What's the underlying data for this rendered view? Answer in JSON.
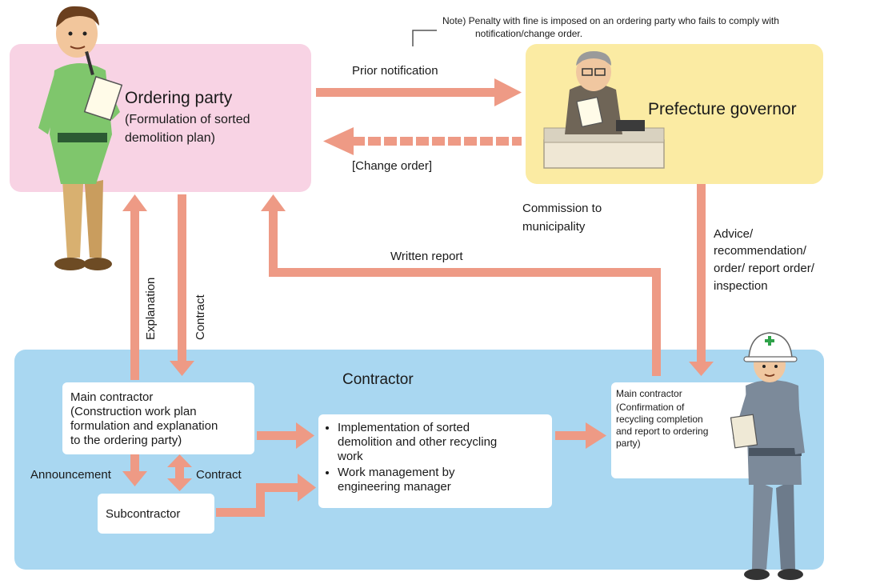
{
  "note": {
    "line1": "Note) Penalty with fine is imposed on an ordering party who fails to comply with",
    "line2": "notification/change order."
  },
  "ordering_party": {
    "title": "Ordering party",
    "sub1": "(Formulation of sorted",
    "sub2": "demolition plan)"
  },
  "governor": {
    "title": "Prefecture governor"
  },
  "contractor": {
    "title": "Contractor"
  },
  "flows": {
    "prior_notification": "Prior notification",
    "change_order": "[Change order]",
    "commission1": "Commission to",
    "commission2": "municipality",
    "advice1": "Advice/",
    "advice2": "recommendation/",
    "advice3": "order/ report order/",
    "advice4": "inspection",
    "written_report": "Written report",
    "explanation": "Explanation",
    "contract_v": "Contract",
    "announcement": "Announcement",
    "contract_h": "Contract"
  },
  "main_contractor_left": {
    "l1": "Main contractor",
    "l2": "(Construction work plan",
    "l3": "formulation and explanation",
    "l4": "to the ordering party)"
  },
  "subcontractor": "Subcontractor",
  "implementation": {
    "b1a": "Implementation of sorted",
    "b1b": "demolition and other recycling",
    "b1c": "work",
    "b2a": "Work management by",
    "b2b": "engineering manager"
  },
  "main_contractor_right": {
    "l1": "Main contractor",
    "l2": "(Confirmation of",
    "l3": "recycling completion",
    "l4": "and report to ordering",
    "l5": "party)"
  },
  "colors": {
    "pink_panel": "#f8d3e4",
    "yellow_panel": "#fbeba3",
    "blue_panel": "#a9d7f1",
    "arrow": "#ee9a85"
  }
}
